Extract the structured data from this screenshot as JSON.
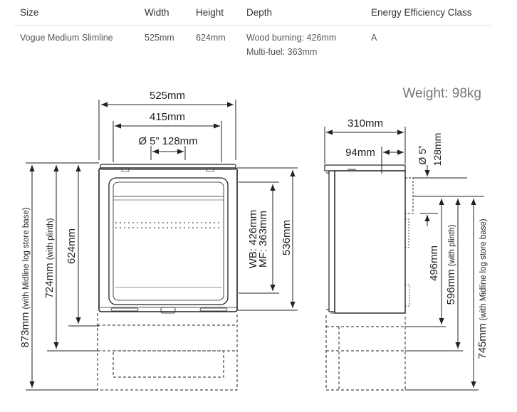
{
  "table": {
    "headers": [
      "Size",
      "Width",
      "Height",
      "Depth",
      "Energy Efficiency Class"
    ],
    "row": {
      "size": "Vogue Medium Slimline",
      "width": "525mm",
      "height": "624mm",
      "depth_line1": "Wood burning: 426mm",
      "depth_line2": "Multi-fuel: 363mm",
      "energy_class": "A"
    }
  },
  "drawing": {
    "weight": "Weight: 98kg",
    "front": {
      "overall_width": "525mm",
      "inner_width": "415mm",
      "flue_diameter": "Ø 5” 128mm",
      "height_midline": "873mm",
      "height_midline_note": "(with Midline log store base)",
      "height_plinth": "724mm",
      "height_plinth_note": "(with plinth)",
      "height_stove": "624mm",
      "depth_wb": "WB: 426mm",
      "depth_mf": "MF: 363mm",
      "firebox_height": "536mm"
    },
    "side": {
      "depth": "310mm",
      "flue_offset": "94mm",
      "flue_diameter_top": "Ø 5”",
      "flue_diameter_bottom": "128mm",
      "flue_center_height": "496mm",
      "flue_center_plinth": "596mm",
      "flue_center_plinth_note": "(with plinth)",
      "flue_center_midline": "745mm",
      "flue_center_midline_note": "(with Midline log store base)"
    }
  }
}
